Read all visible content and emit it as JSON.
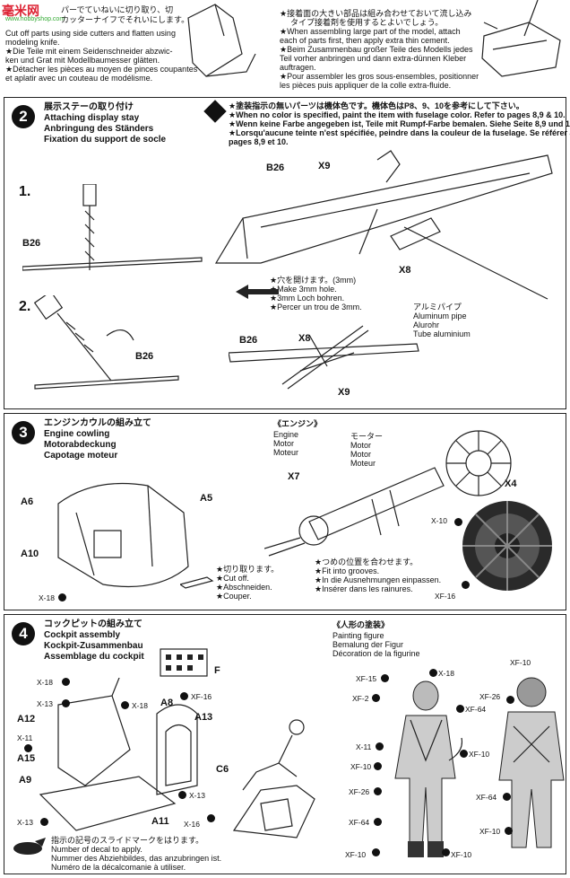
{
  "watermark": {
    "brand": "毫米网",
    "url": "www.hobbyshop.com"
  },
  "top": {
    "left_lines": [
      "パーでていねいに切り取り、切",
      "カッターナイフでそれいにします。",
      "Cut off parts using side cutters and flatten using",
      "modeling knife.",
      "★Die Teile mit einem Seidenschneider abzwic-",
      "ken und Grat mit Modellbaumesser glätten.",
      "★Détacher les pièces au moyen de pinces coupantes",
      "et aplatir avec un couteau de modélisme."
    ],
    "right_lines": [
      "★接着面の大きい部品は組み合わせておいて流し込み",
      "タイプ接着剤を使用するとよいでしょう。",
      "★When assembling large part of the model, attach",
      "each of parts first, then apply extra thin cement.",
      "★Beim Zusammenbau großer Teile des Modells jedes",
      "Teil vorher anbringen und dann extra-dünnen Kleber",
      "auftragen.",
      "★Pour assembler les gros sous-ensembles, positionner",
      "les pièces puis appliquer de la colle extra-fluide."
    ]
  },
  "step2": {
    "number": "2",
    "titles": [
      "展示ステーの取り付け",
      "Attaching display stay",
      "Anbringung des Ständers",
      "Fixation du support de socle"
    ],
    "sub1": "1.",
    "sub2": "2.",
    "paint_note": [
      "★塗装指示の無いパーツは機体色です。機体色はP8、9、10を参考にして下さい。",
      "★When no color is specified, paint the item with fuselage color. Refer to pages 8,9 & 10.",
      "★Wenn keine Farbe angegeben ist, Teile mit Rumpf-Farbe bemalen. Siehe Seite 8,9 und 10.",
      "★Lorsqu'aucune teinte n'est spécifiée, peindre dans la couleur de la fuselage. Se référer aux",
      "pages 8,9 et 10."
    ],
    "hole_note": [
      "★穴を開けます。(3mm)",
      "★Make 3mm hole.",
      "★3mm Loch bohren.",
      "★Percer un trou de 3mm."
    ],
    "pipe_note": [
      "アルミパイプ",
      "Aluminum pipe",
      "Alurohr",
      "Tube aluminium"
    ],
    "labels": {
      "b26a": "B26",
      "b26b": "B26",
      "b26c": "B26",
      "b26d": "B26",
      "x9a": "X9",
      "x9b": "X9",
      "x8a": "X8",
      "x8b": "X8"
    }
  },
  "step3": {
    "number": "3",
    "titles": [
      "エンジンカウルの組み立て",
      "Engine cowling",
      "Motorabdeckung",
      "Capotage moteur"
    ],
    "engine_title": [
      "《エンジン》",
      "Engine",
      "Motor",
      "Moteur"
    ],
    "motor": [
      "モーター",
      "Motor",
      "Motor",
      "Moteur"
    ],
    "cut_note": [
      "★切り取ります。",
      "★Cut off.",
      "★Abschneiden.",
      "★Couper."
    ],
    "groove_note": [
      "★つめの位置を合わせます。",
      "★Fit into grooves.",
      "★In die Ausnehmungen einpassen.",
      "★Insérer dans les rainures."
    ],
    "labels": {
      "a6": "A6",
      "a5": "A5",
      "a10": "A10",
      "x18": "X-18",
      "x7": "X7",
      "x4": "X4",
      "x10": "X-10",
      "xf16": "XF-16"
    }
  },
  "step4": {
    "number": "4",
    "titles": [
      "コックピットの組み立て",
      "Cockpit assembly",
      "Kockpit-Zusammenbau",
      "Assemblage du cockpit"
    ],
    "painting": [
      "《人形の塗装》",
      "Painting figure",
      "Bemalung der Figur",
      "Décoration de la figurine"
    ],
    "decal_note": [
      "指示の記号のスライドマークをはります。",
      "Number of decal to apply.",
      "Nummer des Abziehbildes, das anzubringen ist.",
      "Numéro de la décalcomanie à utiliser."
    ],
    "labels": {
      "f": "F",
      "x18a": "X-18",
      "x13a": "X-13",
      "x18b": "X-18",
      "a8": "A8",
      "xf16": "XF-16",
      "a13": "A13",
      "a12": "A12",
      "x11": "X-11",
      "a15": "A15",
      "a9": "A9",
      "x13b": "X-13",
      "x13c": "X-13",
      "a11": "A11",
      "c6": "C6",
      "x16": "X-16",
      "xf15": "XF-15",
      "x18c": "X-18",
      "xf2": "XF-2",
      "xf64a": "XF-64",
      "x11b": "X-11",
      "xf10a": "XF-10",
      "xf10b": "XF-10",
      "xf26a": "XF-26",
      "xf64b": "XF-64",
      "xf10c": "XF-10",
      "xf10d": "XF-10",
      "xf10e": "XF-10",
      "xf26b": "XF-26",
      "xf64c": "XF-64",
      "xf10f": "XF-10"
    }
  }
}
